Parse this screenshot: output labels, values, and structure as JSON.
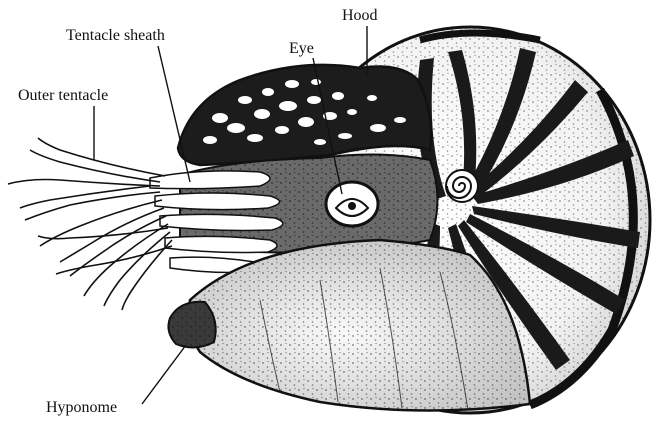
{
  "diagram": {
    "colors": {
      "ink": "#111111",
      "paper": "#ffffff",
      "shade": "#2a2a2a"
    },
    "labels": {
      "hood": "Hood",
      "tentacle_sheath": "Tentacle sheath",
      "eye": "Eye",
      "outer_tentacle": "Outer tentacle",
      "hyponome": "Hyponome"
    }
  }
}
